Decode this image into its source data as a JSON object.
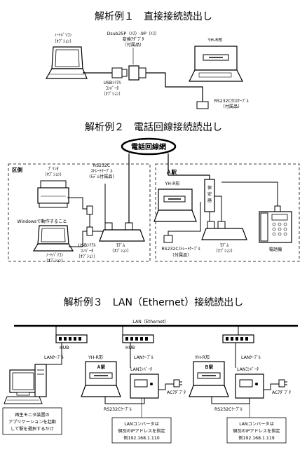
{
  "example1": {
    "title": "解析例１　直接接続読出し",
    "notebook_label_1": "ﾉｰﾄﾊﾟｿｺﾝ",
    "notebook_label_2": "（ｵﾌﾟｼｮﾝ）",
    "adapter_label_1": "Dsub25P（ﾒｽ）-9P（ﾒｽ）",
    "adapter_label_2": "変換ｱﾀﾞﾌﾟﾀ",
    "adapter_label_3": "（付属品）",
    "usb_label_1": "USBｼﾘｱﾙ",
    "usb_label_2": "ｺﾝﾊﾞｰﾀ",
    "usb_label_3": "（ｵﾌﾟｼｮﾝ）",
    "device_label": "YH-R形",
    "cable_label_1": "RS232Cｸﾛｽｹｰﾌﾞﾙ",
    "cable_label_2": "（付属品）"
  },
  "example2": {
    "title": "解析例２　電話回線接続読出し",
    "network_label": "電話回線網",
    "ward_label": "区側",
    "printer_label_1": "ﾌﾟﾘﾝﾀ",
    "printer_label_2": "（ｵﾌﾟｼｮﾝ）",
    "rs232c_straight_1": "RS232C",
    "rs232c_straight_2": "ｽﾄﾚｰﾄｹｰﾌﾞﾙ",
    "rs232c_straight_3": "（ﾓﾃﾞﾑ付属品）",
    "windows_note": "Windowsで動作すること",
    "notebook_label_1": "ﾉｰﾄﾊﾟｿｺﾝ",
    "notebook_label_2": "（ｵﾌﾟｼｮﾝ）",
    "usb_label_1": "USBｼﾘｱﾙ",
    "usb_label_2": "ｺﾝﾊﾞｰﾀ",
    "usb_label_3": "（ｵﾌﾟｼｮﾝ）",
    "modem_left_1": "ﾓﾃﾞﾑ",
    "modem_left_2": "（ｵﾌﾟｼｮﾝ）",
    "station_a": "Ａ駅",
    "protector": "保安器",
    "device_label": "YH-R形",
    "modem_right_1": "ﾓﾃﾞﾑ",
    "modem_right_2": "（ｵﾌﾟｼｮﾝ）",
    "phone_label": "電話機",
    "cable_label_1": "RS232Cｽﾄﾚｰﾄｹｰﾌﾞﾙ",
    "cable_label_2": "（付属品）"
  },
  "example3": {
    "title": "解析例３　LAN（Ethernet）接続読出し",
    "lan_label": "LAN（Ethernet）",
    "hub": "HUB",
    "lan_cable": "LANｹｰﾌﾞﾙ",
    "yhr": "YH-R形",
    "station_a": "Ａ駅",
    "station_b": "Ｂ駅",
    "lan_converter": "LANｺﾝﾊﾞｰﾀ",
    "ac_adapter": "ACｱﾀﾞﾌﾟﾀ",
    "rs232c_cable": "RS232Cｹｰﾌﾞﾙ",
    "monitor_note_1": "再生モニタ装置の",
    "monitor_note_2": "アプリケーションを起動",
    "monitor_note_3": "して駅を選択するだけ",
    "note_a_1": "LANコンバータは",
    "note_a_2": "個別のIPアドレスを指定",
    "note_a_3": "例192.168.1.110",
    "note_b_1": "LANコンバータは",
    "note_b_2": "個別のIPアドレスを指定",
    "note_b_3": "例192.168.1.119"
  }
}
